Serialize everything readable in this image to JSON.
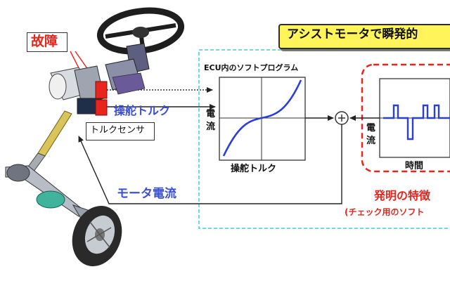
{
  "labels": {
    "fault": "故障",
    "assist_banner": "アシストモータで瞬発的",
    "ecu_program": "ECU内のソフトプログラム",
    "steer_torque": "操舵トルク",
    "torque_sensor": "トルクセンサ",
    "motor_current": "モータ電流",
    "graph1_ylabel_1": "電",
    "graph1_ylabel_2": "流",
    "graph1_xlabel": "操舵トルク",
    "graph2_ylabel_1": "電",
    "graph2_ylabel_2": "流",
    "graph2_xlabel": "時間",
    "invention_feature": "発明の特徴",
    "check_software": "(チェック用のソフト"
  },
  "colors": {
    "red": "#e8251d",
    "blue_text": "#3b4fd6",
    "curve_blue": "#2a3fd8",
    "cyan_dash": "#43c7e6",
    "banner_yellow": "#fff45a",
    "banner_border": "#2d2d2d"
  }
}
